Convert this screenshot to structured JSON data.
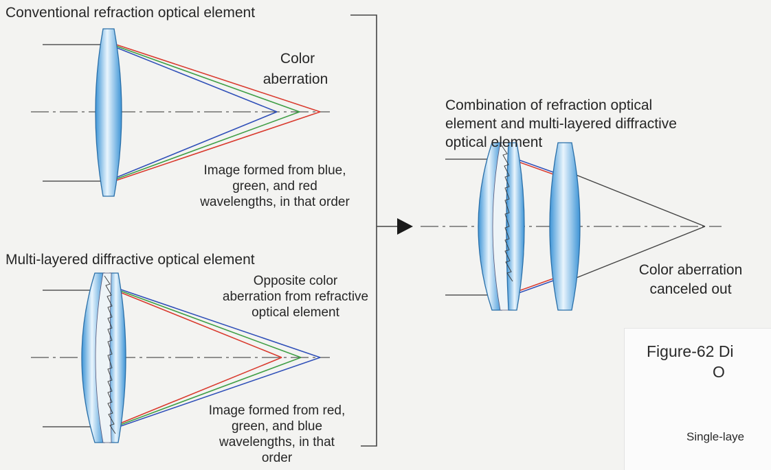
{
  "labels": {
    "conventional": "Conventional refraction optical element",
    "color_aberration_line1": "Color",
    "color_aberration_line2": "aberration",
    "image_bgr": [
      "Image formed from blue,",
      "green, and red",
      "wavelengths, in that order"
    ],
    "multilayer": "Multi-layered diffractive optical element",
    "opposite": [
      "Opposite color",
      "aberration from refractive",
      "optical element"
    ],
    "image_rgb": [
      "Image formed from red,",
      "green, and blue",
      "wavelengths, in that",
      "order"
    ],
    "combination": [
      "Combination of refraction optical",
      "element and multi-layered diffractive",
      "optical element"
    ],
    "canceled": [
      "Color aberration",
      "canceled out"
    ]
  },
  "caption": {
    "title_line1": "Figure-62  Di",
    "title_line2": "O",
    "subtitle": "Single-laye"
  },
  "colors": {
    "red_ray": "#d93a2e",
    "green_ray": "#3f9e45",
    "blue_ray": "#2f4fb8",
    "lens_blue": "#4aa0de",
    "lens_light": "#eaf6fd",
    "arrow": "#1a1a1a"
  }
}
